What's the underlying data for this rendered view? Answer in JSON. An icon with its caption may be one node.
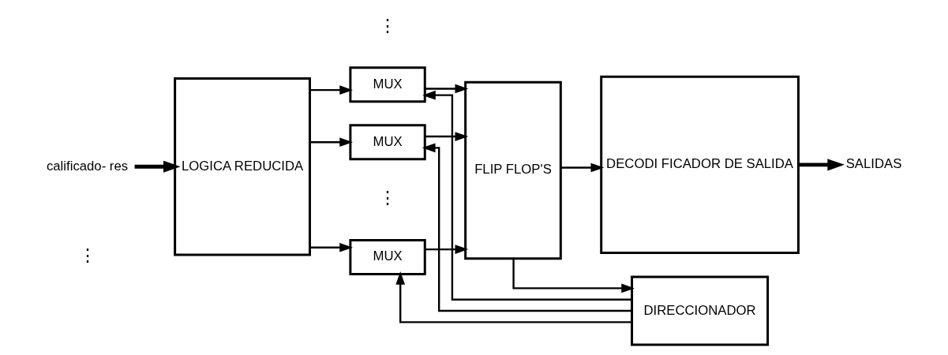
{
  "diagram": {
    "nodes": [
      {
        "text": [
          "calificado- res"
        ]
      },
      {
        "text": [
          "LOGICA REDUCIDA"
        ]
      },
      {
        "text": [
          "MUX"
        ]
      },
      {
        "text": [
          "MUX"
        ]
      },
      {
        "text": [
          "MUX"
        ]
      },
      {
        "text": [
          "FLIP FLOP'S"
        ]
      },
      {
        "text": [
          "DECODI FICADOR DE SALIDA"
        ]
      },
      {
        "text": [
          "SALIDAS"
        ]
      },
      {
        "text": [
          "DIRECCIONADOR"
        ]
      }
    ],
    "edges": [
      {
        "from": 0,
        "to": 1,
        "arrow": "to",
        "style": "thick"
      },
      {
        "from": 1,
        "to": 2,
        "arrow": "to"
      },
      {
        "from": 1,
        "to": 3,
        "arrow": "to"
      },
      {
        "from": 1,
        "to": 4,
        "arrow": "to"
      },
      {
        "from": 2,
        "to": 5,
        "arrow": "to"
      },
      {
        "from": 3,
        "to": 5,
        "arrow": "to"
      },
      {
        "from": 4,
        "to": 5,
        "arrow": "to"
      },
      {
        "from": 5,
        "to": 6,
        "arrow": "to"
      },
      {
        "from": 5,
        "to": 8,
        "arrow": "to"
      },
      {
        "from": 6,
        "to": 7,
        "arrow": "to",
        "style": "thick"
      },
      {
        "from": 8,
        "to": 2,
        "arrow": "to"
      },
      {
        "from": 8,
        "to": 3,
        "arrow": "to"
      },
      {
        "from": 8,
        "to": 4,
        "arrow": "to"
      }
    ],
    "labels": [
      "⋮",
      "⋮",
      "⋮"
    ]
  }
}
